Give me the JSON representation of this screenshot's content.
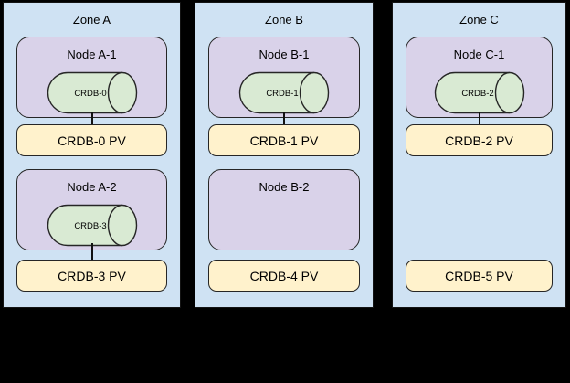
{
  "colors": {
    "background": "#000000",
    "zone_fill": "#cfe2f3",
    "node_fill": "#d9d2e9",
    "cylinder_fill": "#d9ead3",
    "pv_fill": "#fff2cc",
    "border": "#1a1a1a"
  },
  "zones": [
    {
      "label": "Zone A",
      "node1": {
        "label": "Node A-1",
        "cylinder": "CRDB-0"
      },
      "pv1": {
        "label": "CRDB-0 PV"
      },
      "node2": {
        "label": "Node A-2",
        "cylinder": "CRDB-3"
      },
      "pv2": {
        "label": "CRDB-3 PV"
      }
    },
    {
      "label": "Zone B",
      "node1": {
        "label": "Node B-1",
        "cylinder": "CRDB-1"
      },
      "pv1": {
        "label": "CRDB-1 PV"
      },
      "node2": {
        "label": "Node B-2"
      },
      "pv2": {
        "label": "CRDB-4 PV"
      }
    },
    {
      "label": "Zone C",
      "node1": {
        "label": "Node C-1",
        "cylinder": "CRDB-2"
      },
      "pv1": {
        "label": "CRDB-2 PV"
      },
      "pv2": {
        "label": "CRDB-5 PV"
      }
    }
  ]
}
